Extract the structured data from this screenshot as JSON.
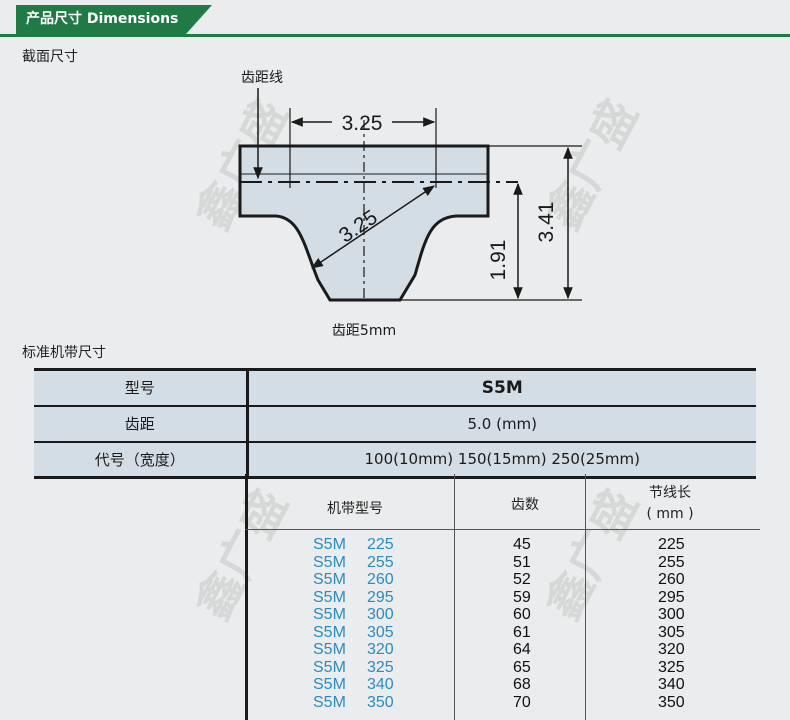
{
  "header": {
    "title": "产品尺寸  Dimensions"
  },
  "section_profile": {
    "title": "截面尺寸"
  },
  "diagram": {
    "pitch_line_label": "齿距线",
    "pitch_label": "齿距5mm",
    "dim_top": "3.25",
    "dim_diag": "3.25",
    "dim_tooth_height": "1.91",
    "dim_total_height": "3.41"
  },
  "section_std": {
    "title": "标准机带尺寸"
  },
  "spec_table": {
    "rows": [
      {
        "label": "型号",
        "value": "S5M"
      },
      {
        "label": "齿距",
        "value": "5.0 (mm)"
      },
      {
        "label": "代号（宽度）",
        "value": "100(10mm) 150(15mm) 250(25mm)"
      }
    ]
  },
  "belt_table": {
    "headers": {
      "model": "机带型号",
      "teeth": "齿数",
      "pitch_len_1": "节线长",
      "pitch_len_2": "( mm )"
    },
    "rows": [
      {
        "model": "S5M",
        "size": "225",
        "teeth": "45",
        "length": "225"
      },
      {
        "model": "S5M",
        "size": "255",
        "teeth": "51",
        "length": "255"
      },
      {
        "model": "S5M",
        "size": "260",
        "teeth": "52",
        "length": "260"
      },
      {
        "model": "S5M",
        "size": "295",
        "teeth": "59",
        "length": "295"
      },
      {
        "model": "S5M",
        "size": "300",
        "teeth": "60",
        "length": "300"
      },
      {
        "model": "S5M",
        "size": "305",
        "teeth": "61",
        "length": "305"
      },
      {
        "model": "S5M",
        "size": "320",
        "teeth": "64",
        "length": "320"
      },
      {
        "model": "S5M",
        "size": "325",
        "teeth": "65",
        "length": "325"
      },
      {
        "model": "S5M",
        "size": "340",
        "teeth": "68",
        "length": "340"
      },
      {
        "model": "S5M",
        "size": "350",
        "teeth": "70",
        "length": "350"
      }
    ]
  },
  "colors": {
    "accent": "#1f7a45",
    "belt_fill": "#d3dde5",
    "model_text": "#2a8cc0"
  }
}
